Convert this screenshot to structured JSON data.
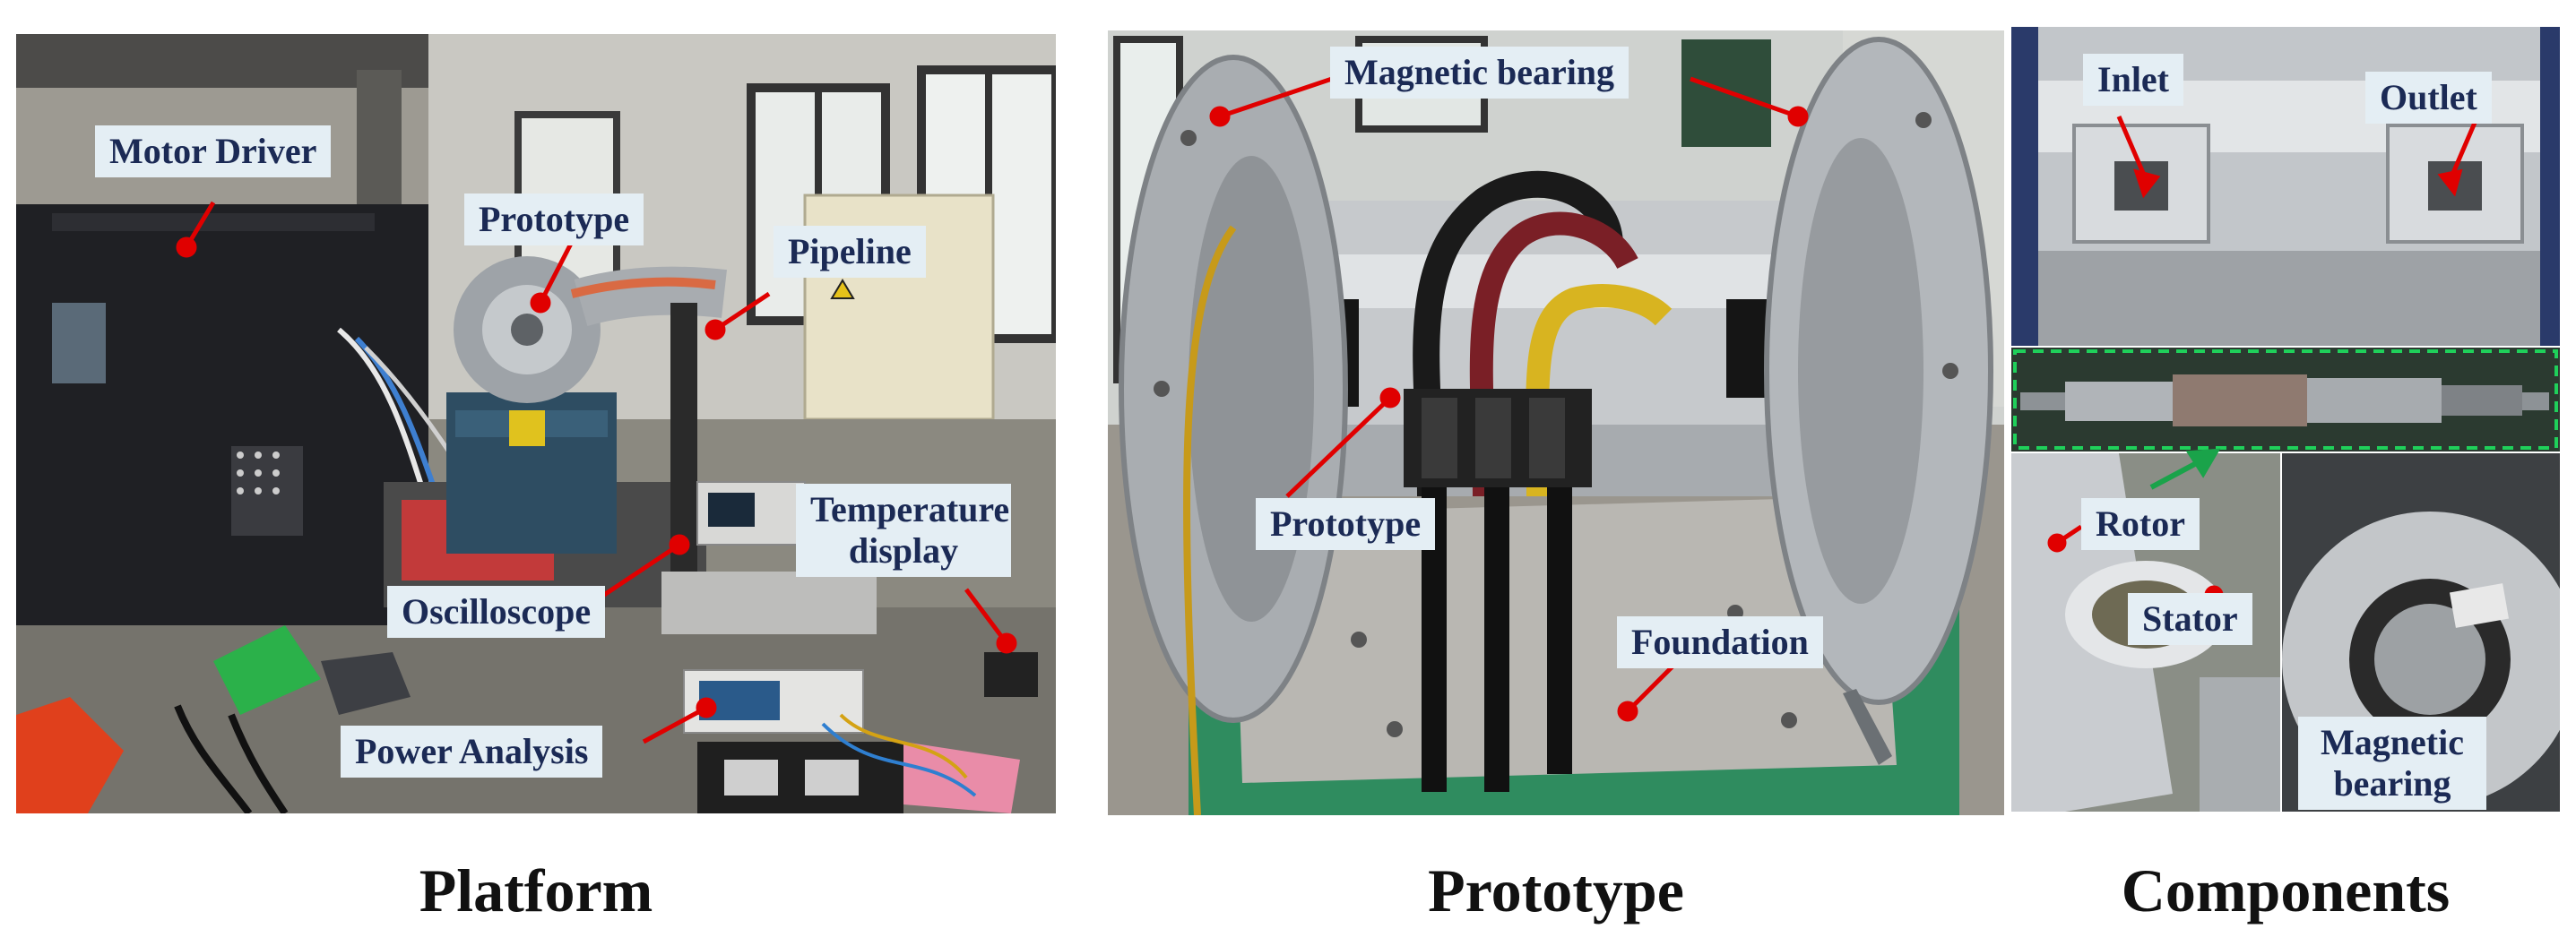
{
  "panels": {
    "platform": {
      "caption": "Platform",
      "labels": {
        "motor_driver": "Motor Driver",
        "prototype": "Prototype",
        "pipeline": "Pipeline",
        "temperature_display": "Temperature display",
        "oscilloscope": "Oscilloscope",
        "power_analysis": "Power Analysis"
      }
    },
    "prototype": {
      "caption": "Prototype",
      "labels": {
        "magnetic_bearing": "Magnetic bearing",
        "prototype": "Prototype",
        "foundation": "Foundation"
      }
    },
    "components": {
      "caption": "Components",
      "labels": {
        "inlet": "Inlet",
        "outlet": "Outlet",
        "rotor": "Rotor",
        "stator": "Stator",
        "magnetic_bearing": "Magnetic bearing"
      }
    }
  },
  "colors": {
    "arrow": "#e00000",
    "green_arrow": "#1aa34a",
    "label_bg": "#e4eef4",
    "label_text": "#1b2a55"
  }
}
